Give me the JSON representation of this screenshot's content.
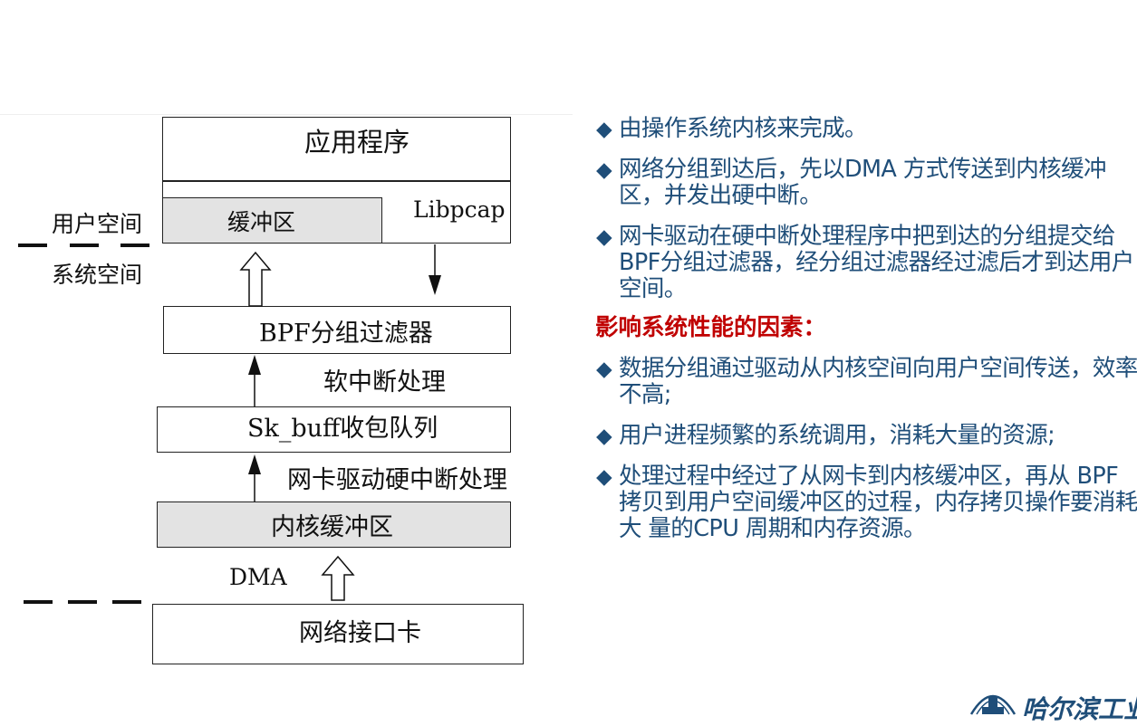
{
  "diagram": {
    "app_label": "应用程序",
    "buffer_label": "缓冲区",
    "libpcap_label": "Libpcap",
    "user_space": "用户空间",
    "system_space": "系统空间",
    "bpf_label": "BPF分组过滤器",
    "soft_irq": "软中断处理",
    "skbuff_label": "Sk_buff收包队列",
    "nic_irq": "网卡驱动硬中断处理",
    "kernel_buffer": "内核缓冲区",
    "dma": "DMA",
    "nic_label": "网络接口卡"
  },
  "bullets": {
    "b1": "由操作系统内核来完成。",
    "b2": "网络分组到达后，先以DMA 方式传送到内核缓冲区，并发出硬中断。",
    "b3": "网卡驱动在硬中断处理程序中把到达的分组提交给BPF分组过滤器，经分组过滤器经过滤后才到达用户空间。",
    "heading": "影响系统性能的因素：",
    "b4": "数据分组通过驱动从内核空间向用户空间传送，效率不高;",
    "b5": "用户进程频繁的系统调用，消耗大量的资源;",
    "b6": "处理过程中经过了从网卡到内核缓冲区，再从 BPF 拷贝到用户空间缓冲区的过程，内存拷贝操作要消耗大 量的CPU 周期和内存资源。"
  },
  "logo": {
    "text": "哈尔滨工业大"
  },
  "colors": {
    "text_blue": "#1f4e79",
    "heading_red": "#c00000",
    "box_gray": "#e3e3e3"
  }
}
